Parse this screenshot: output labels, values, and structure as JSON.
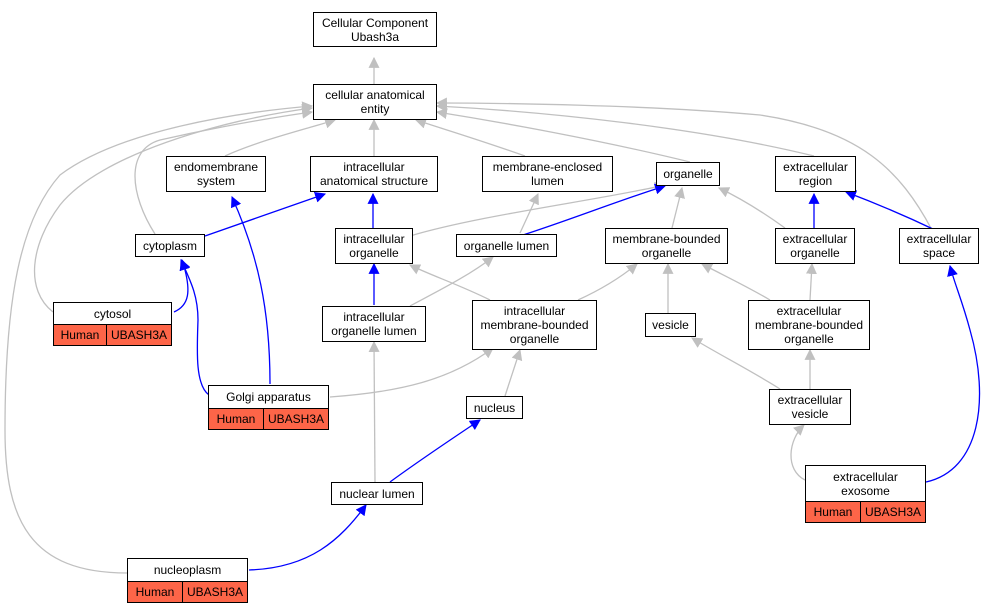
{
  "colors": {
    "is_a_edge": "#c0c0c0",
    "part_of_edge": "#0000ff",
    "annotation_fill": "#fd6548",
    "node_border": "#000000"
  },
  "nodes": {
    "root": {
      "label": "Cellular Component\nUbash3a"
    },
    "cae": {
      "label": "cellular anatomical\nentity"
    },
    "endo": {
      "label": "endomembrane\nsystem"
    },
    "ias": {
      "label": "intracellular\nanatomical structure"
    },
    "mel": {
      "label": "membrane-enclosed\nlumen"
    },
    "org": {
      "label": "organelle"
    },
    "er": {
      "label": "extracellular\nregion"
    },
    "cyto": {
      "label": "cytoplasm"
    },
    "io": {
      "label": "intracellular\norganelle"
    },
    "ol": {
      "label": "organelle lumen"
    },
    "mbo": {
      "label": "membrane-bounded\norganelle"
    },
    "eo": {
      "label": "extracellular\norganelle"
    },
    "es": {
      "label": "extracellular\nspace"
    },
    "cytosol": {
      "label": "cytosol",
      "species": "Human",
      "gene": "UBASH3A"
    },
    "iol": {
      "label": "intracellular\norganelle lumen"
    },
    "imbo": {
      "label": "intracellular\nmembrane-bounded\norganelle"
    },
    "vesicle": {
      "label": "vesicle"
    },
    "embo": {
      "label": "extracellular\nmembrane-bounded\norganelle"
    },
    "golgi": {
      "label": "Golgi apparatus",
      "species": "Human",
      "gene": "UBASH3A"
    },
    "nucleus": {
      "label": "nucleus"
    },
    "ev": {
      "label": "extracellular\nvesicle"
    },
    "nl": {
      "label": "nuclear lumen"
    },
    "exo": {
      "label": "extracellular\nexosome",
      "species": "Human",
      "gene": "UBASH3A"
    },
    "nucleoplasm": {
      "label": "nucleoplasm",
      "species": "Human",
      "gene": "UBASH3A"
    }
  }
}
